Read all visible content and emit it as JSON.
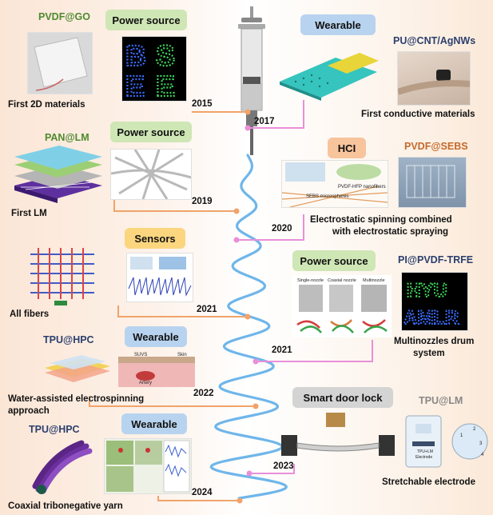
{
  "years": {
    "y2015": "2015",
    "y2017": "2017",
    "y2019": "2019",
    "y2020": "2020",
    "y2021a": "2021",
    "y2021b": "2021",
    "y2022": "2022",
    "y2023": "2023",
    "y2024": "2024"
  },
  "entries": {
    "e2015": {
      "material": "PVDF@GO",
      "tag": "Power source",
      "caption": "First 2D materials",
      "image_text": "BSE"
    },
    "e2017": {
      "material": "PU@CNT/AgNWs",
      "tag": "Wearable",
      "caption": "First conductive materials"
    },
    "e2019": {
      "material": "PAN@LM",
      "tag": "Power source",
      "caption": "First LM"
    },
    "e2020": {
      "material": "PVDF@SEBS",
      "tag": "HCI",
      "caption_1": "Electrostatic spinning combined",
      "caption_2": "with electrostatic spraying",
      "label_a": "PVDF-HFP nanofibers",
      "label_b": "SEBS microspheres"
    },
    "e2021a": {
      "tag": "Sensors",
      "caption": "All fibers"
    },
    "e2021b": {
      "material": "PI@PVDF-TRFE",
      "tag": "Power source",
      "caption_1": "Multinozzles drum",
      "caption_2": "system",
      "label_a": "Single-nozzle",
      "label_b": "Coaxial nozzle",
      "label_c": "Multinozzle",
      "image_text_1": "HYU",
      "image_text_2": "AMLR"
    },
    "e2022": {
      "material": "TPU@HPC",
      "tag": "Wearable",
      "caption_1": "Water-assisted electrospinning",
      "caption_2": "approach",
      "label_a": "SUVS",
      "label_b": "Skin",
      "label_c": "Artery"
    },
    "e2023": {
      "material": "TPU@LM",
      "tag": "Smart door lock",
      "caption": "Stretchable electrode",
      "label_a": "TPU+LM",
      "label_b": "Electrode",
      "pad_numbers": [
        "1",
        "2",
        "3",
        "4"
      ]
    },
    "e2024": {
      "material": "TPU@HPC",
      "tag": "Wearable",
      "caption": "Coaxial tribonegative yarn"
    }
  },
  "colors": {
    "connector_orange": "#f0a36a",
    "connector_pink": "#e98fd9",
    "fiber_blue": "#6fb6ea"
  }
}
